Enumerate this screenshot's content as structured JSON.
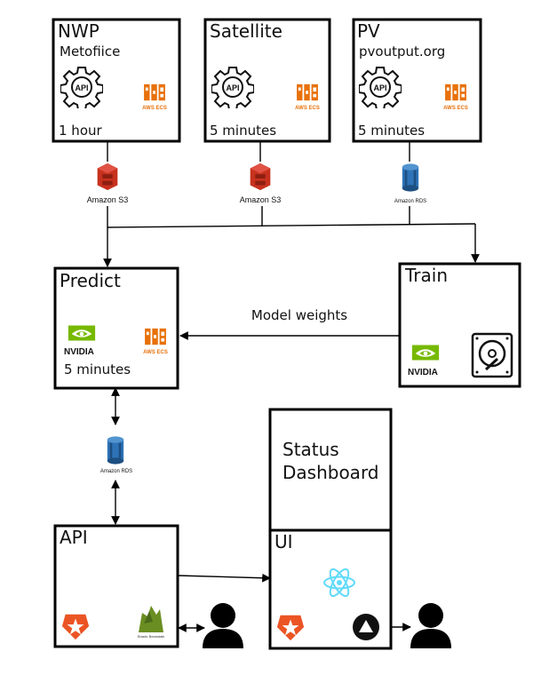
{
  "sources": {
    "nwp": {
      "title": "NWP",
      "subtitle": "Metofiice",
      "api": "API",
      "ecs": "AWS ECS",
      "frequency": "1 hour",
      "store": "Amazon S3"
    },
    "satellite": {
      "title": "Satellite",
      "api": "API",
      "ecs": "AWS ECS",
      "frequency": "5 minutes",
      "store": "Amazon S3"
    },
    "pv": {
      "title": "PV",
      "subtitle": "pvoutput.org",
      "api": "API",
      "ecs": "AWS ECS",
      "frequency": "5 minutes",
      "store": "Amazon RDS"
    }
  },
  "predict": {
    "title": "Predict",
    "nvidia": "NVIDIA",
    "ecs": "AWS ECS",
    "frequency": "5 minutes"
  },
  "train": {
    "title": "Train",
    "nvidia": "NVIDIA"
  },
  "edge_label": "Model weights",
  "db": {
    "label": "Amazon RDS"
  },
  "api_box": {
    "title": "API",
    "beanstalk": "Elastic Beanstalk"
  },
  "status": {
    "line1": "Status",
    "line2": "Dashboard"
  },
  "ui": {
    "title": "UI"
  },
  "colors": {
    "aws_orange": "#e8710a",
    "s3_red": "#d13212",
    "rds_blue": "#2e73b8",
    "nvidia_green": "#76b900",
    "auth0_red": "#eb5424",
    "react_blue": "#61dafb"
  }
}
